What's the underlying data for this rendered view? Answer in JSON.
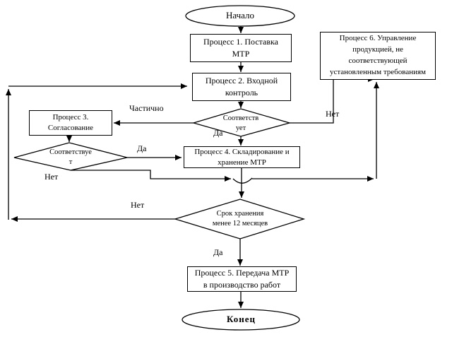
{
  "diagram": {
    "kind": "flowchart",
    "language": "ru",
    "colors": {
      "line": "#000000",
      "background": "#ffffff",
      "text": "#000000"
    },
    "nodes": {
      "start": {
        "type": "terminator",
        "label": "Начало"
      },
      "p1": {
        "type": "process",
        "label": "Процесс 1.   Поставка\nМТР"
      },
      "p2": {
        "type": "process",
        "label": "Процесс 2.   Входной\nконтроль"
      },
      "p6": {
        "type": "process",
        "label": "Процесс 6.  Управление\nпродукцией, не\nсоответствующей\nустановленным требованиям"
      },
      "d1": {
        "type": "decision",
        "label": "Соответств\nует"
      },
      "p3": {
        "type": "process",
        "label": "Процесс 3.\nСогласование"
      },
      "d2": {
        "type": "decision",
        "label": "Соответствуе\nт"
      },
      "p4": {
        "type": "process",
        "label": "Процесс 4.  Складирование и\nхранение МТР"
      },
      "d3": {
        "type": "decision",
        "label": "Срок хранения\nменее  12 месяцев"
      },
      "p5": {
        "type": "process",
        "label": "Процесс 5. Передача МТР\nв производство работ"
      },
      "end": {
        "type": "terminator",
        "label": "Конец"
      }
    },
    "edge_labels": {
      "partial": "Частично",
      "yes_d1": "Да",
      "no_d1": "Нет",
      "yes_d2": "Да",
      "no_d2": "Нет",
      "yes_d3": "Да",
      "no_d3": "Нет"
    }
  }
}
